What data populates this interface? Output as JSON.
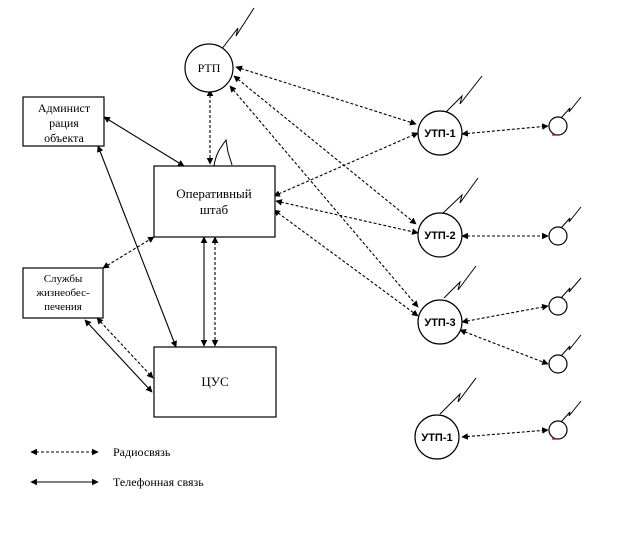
{
  "nodes": {
    "admin": "Администрация объекта",
    "admin_lines": [
      "Админист",
      "рация",
      "объекта"
    ],
    "staff_lines": [
      "Оперативный",
      "штаб"
    ],
    "services_lines": [
      "Службы",
      "жизнеобес-",
      "печения"
    ],
    "cus": "ЦУС",
    "rtp": "РТП",
    "utp1": "УТП-1",
    "utp2": "УТП-2",
    "utp3": "УТП-3",
    "utp4": "УТП-1"
  },
  "legend": {
    "radio": "Радиосвязь",
    "phone": "Телефонная связь"
  },
  "colors": {
    "line": "#000000",
    "accent_mark": "#cc0000"
  }
}
